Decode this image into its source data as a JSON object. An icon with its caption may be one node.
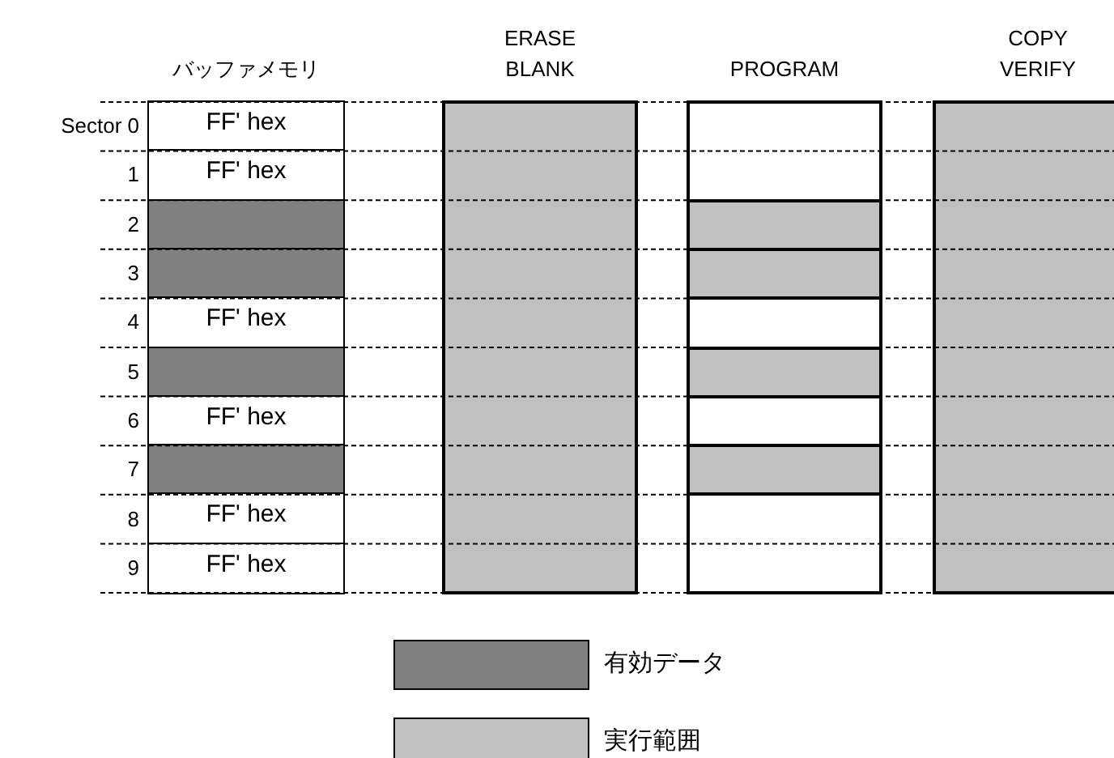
{
  "diagram": {
    "nodes": [
      {
        "text": [
          "バッファメモリ"
        ]
      },
      {
        "text": [
          "FF' hex"
        ],
        "in": 0
      },
      {
        "text": [
          "FF' hex"
        ],
        "in": 0
      },
      {
        "text": [],
        "shape": "box",
        "in": 0
      },
      {
        "text": [],
        "shape": "box",
        "in": 0
      },
      {
        "text": [
          "FF' hex"
        ],
        "in": 0
      },
      {
        "text": [],
        "shape": "box",
        "in": 0
      },
      {
        "text": [
          "FF' hex"
        ],
        "in": 0
      },
      {
        "text": [],
        "shape": "box",
        "in": 0
      },
      {
        "text": [
          "FF' hex"
        ],
        "in": 0
      },
      {
        "text": [
          "FF' hex"
        ],
        "in": 0
      },
      {
        "text": [
          "ERASE BLANK"
        ]
      },
      {
        "text": [
          "PROGRAM"
        ]
      },
      {
        "text": [],
        "shape": "box",
        "in": 12
      },
      {
        "text": [],
        "shape": "box",
        "in": 12
      },
      {
        "text": [],
        "shape": "box",
        "in": 12
      },
      {
        "text": [],
        "shape": "box",
        "in": 12
      },
      {
        "text": [
          "COPY VERIFY"
        ]
      }
    ],
    "labels": [
      "Sector 0",
      "1",
      "2",
      "3",
      "4",
      "5",
      "6",
      "7",
      "8",
      "9"
    ],
    "legend": [
      {
        "text": "有効データ",
        "color": "#808080"
      },
      {
        "text": "実行範囲",
        "color": "#c0c0c0"
      }
    ]
  }
}
